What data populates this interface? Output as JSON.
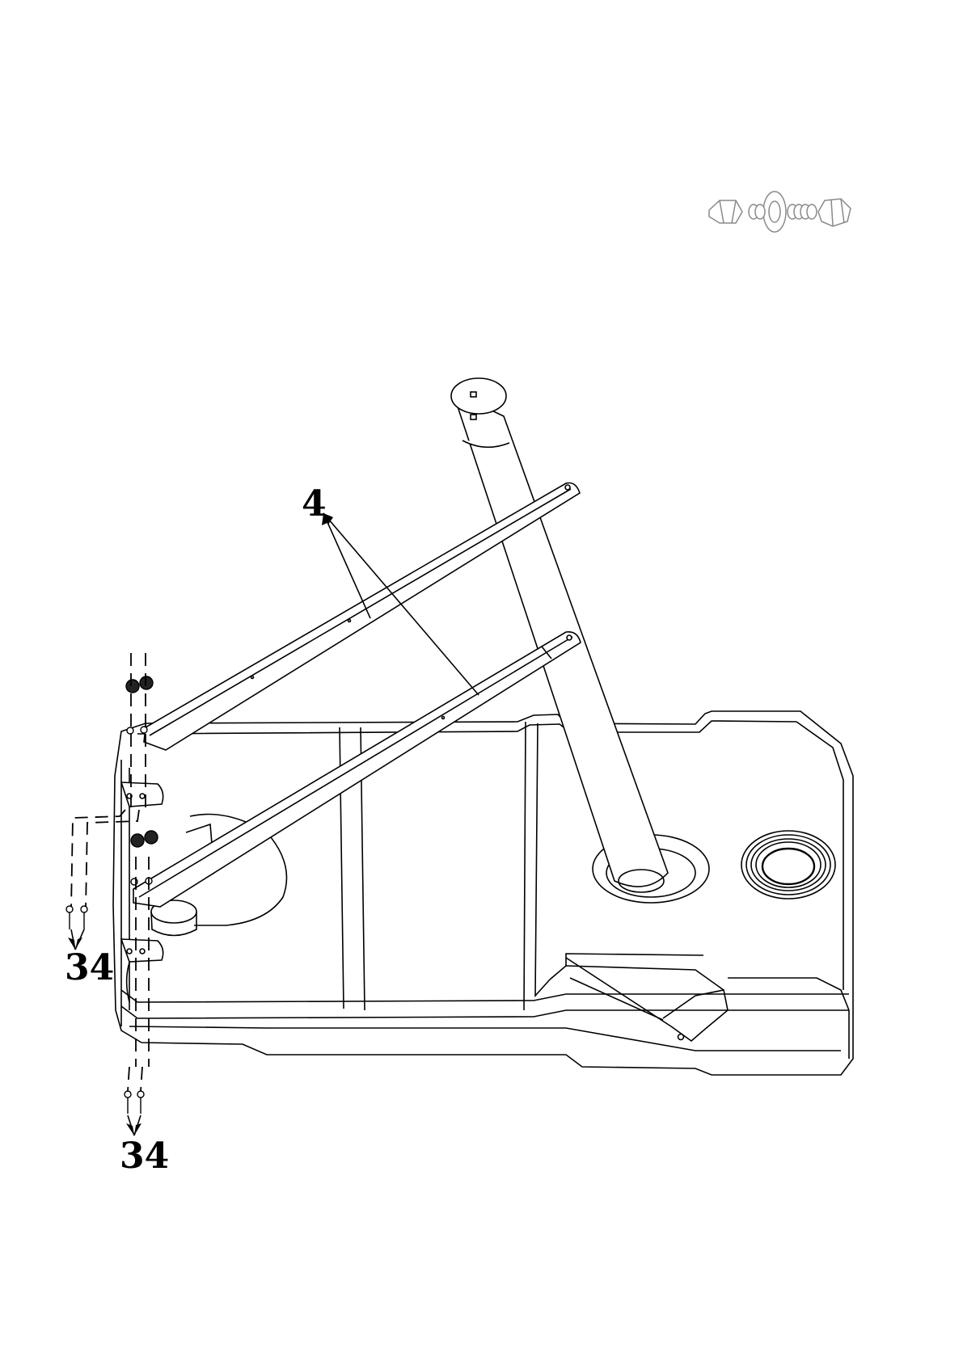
{
  "callouts": {
    "part_4": "4",
    "part_34_upper": "34",
    "part_34_lower": "34"
  },
  "colors": {
    "line": "#000000",
    "hardware_icon": "#8a8a8a",
    "background": "#ffffff"
  },
  "icons": {
    "hardware": "bolt-washer-nut-icon"
  }
}
